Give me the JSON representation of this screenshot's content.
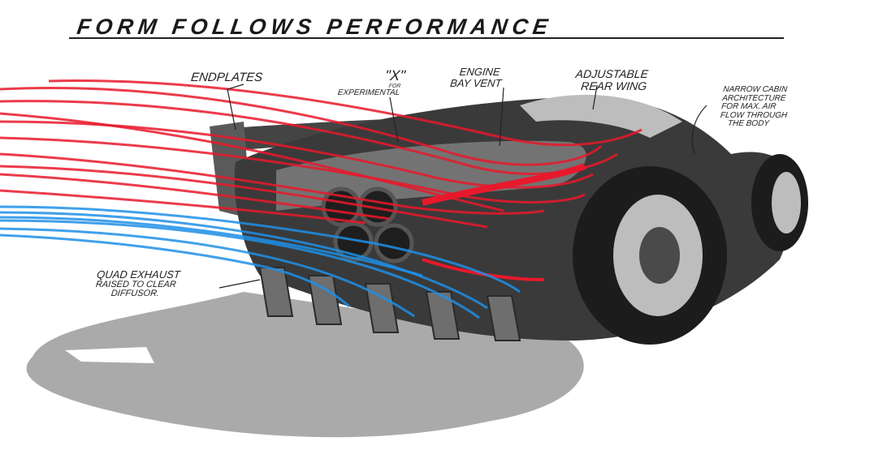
{
  "title": "FORM FOLLOWS PERFORMANCE",
  "callouts": {
    "endplates": "ENDPLATES",
    "x_mark": "\"X\"",
    "x_for": "FOR",
    "x_experimental": "EXPERIMENTAL",
    "engine_line1": "ENGINE",
    "engine_line2": "BAY VENT",
    "wing_line1": "ADJUSTABLE",
    "wing_line2": "REAR WING",
    "cabin_line1": "NARROW CABIN",
    "cabin_line2": "ARCHITECTURE",
    "cabin_line3": "FOR MAX. AIR",
    "cabin_line4": "FLOW THROUGH",
    "cabin_line5": "THE BODY",
    "exhaust_line1": "QUAD EXHAUST",
    "exhaust_line2": "RAISED TO CLEAR",
    "exhaust_line3": "DIFFUSOR."
  },
  "colors": {
    "hot_flow": "#e8192c",
    "cool_flow": "#1e8fe6",
    "ink": "#222222",
    "body": "#3a3a3a"
  }
}
